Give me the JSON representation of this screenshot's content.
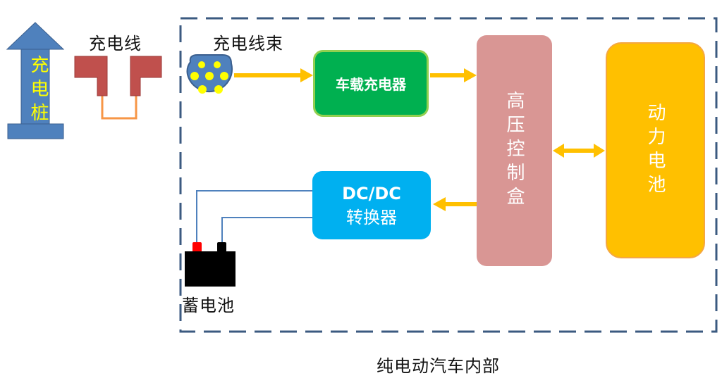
{
  "diagram": {
    "caption": "纯电动汽车内部",
    "colors": {
      "boundary": "#3b5a80",
      "flow_arrow": "#ffc000",
      "pile": "#4f81bd",
      "pile_text": "#ffff00",
      "cable_plug": "#c0504d",
      "cable_wire": "#f79646",
      "connector": "#4f81bd",
      "connector_pins": "#ffff00",
      "onboard_charger": "#00b050",
      "dcdc": "#00b0f0",
      "hv_box": "#d99694",
      "power_battery": "#ffc000",
      "aux_battery": "#000000",
      "terminal_pos": "#ff0000",
      "signal_wire": "#4f81bd"
    },
    "nodes": {
      "charging_pile": {
        "label": "充电桩"
      },
      "charging_cable": {
        "label": "充电线"
      },
      "charging_harness": {
        "label": "充电线束"
      },
      "onboard_charger": {
        "label": "车载充电器"
      },
      "dcdc_converter": {
        "label_line1": "DC/DC",
        "label_line2": "转换器"
      },
      "hv_control_box": {
        "label": "高压控制盒"
      },
      "power_battery": {
        "label": "动力电池"
      },
      "aux_battery": {
        "label": "蓄电池"
      }
    },
    "edges": [
      {
        "from": "charging_harness",
        "to": "onboard_charger",
        "direction": "forward"
      },
      {
        "from": "onboard_charger",
        "to": "hv_control_box",
        "direction": "forward"
      },
      {
        "from": "hv_control_box",
        "to": "power_battery",
        "direction": "bidirectional"
      },
      {
        "from": "hv_control_box",
        "to": "dcdc_converter",
        "direction": "forward"
      },
      {
        "from": "dcdc_converter",
        "to": "aux_battery",
        "direction": "wire"
      }
    ]
  }
}
